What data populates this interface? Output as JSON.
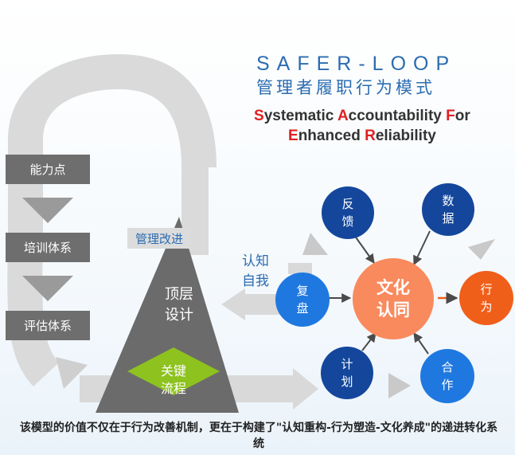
{
  "title": {
    "en": "SAFER-LOOP",
    "cn": "管理者履职行为模式"
  },
  "subtitle": {
    "line1": [
      {
        "hl": "S",
        "rest": "ystematic "
      },
      {
        "hl": "A",
        "rest": "ccountability "
      },
      {
        "hl": "F",
        "rest": "or"
      }
    ],
    "line2": [
      {
        "hl": "E",
        "rest": "nhanced "
      },
      {
        "hl": "R",
        "rest": "eliability"
      }
    ]
  },
  "left_steps": [
    "能力点",
    "培训体系",
    "评估体系"
  ],
  "management_label": "管理改进",
  "triangle": {
    "line1": "顶层",
    "line2": "设计"
  },
  "key_process": {
    "line1": "关键",
    "line2": "流程"
  },
  "cognition": {
    "line1": "认知",
    "line2": "自我"
  },
  "nodes": {
    "feedback": {
      "line1": "反",
      "line2": "馈"
    },
    "data": {
      "line1": "数",
      "line2": "据"
    },
    "review": {
      "line1": "复",
      "line2": "盘"
    },
    "plan": {
      "line1": "计",
      "line2": "划"
    },
    "cooperation": {
      "line1": "合",
      "line2": "作"
    },
    "behavior": {
      "line1": "行",
      "line2": "为"
    },
    "center": {
      "line1": "文化",
      "line2": "认同"
    }
  },
  "caption": "该模型的价值不仅在于行为改善机制，更在于构建了\"认知重构-行为塑造-文化养成\"的递进转化系统",
  "colors": {
    "accent_blue": "#2b6cb0",
    "dark_node": "#14479c",
    "light_node": "#1f78e0",
    "orange": "#f05f1a",
    "center": "#f98a5d",
    "green": "#8dc21f",
    "gray": "#6e6e6e",
    "red_letter": "#e02020"
  }
}
